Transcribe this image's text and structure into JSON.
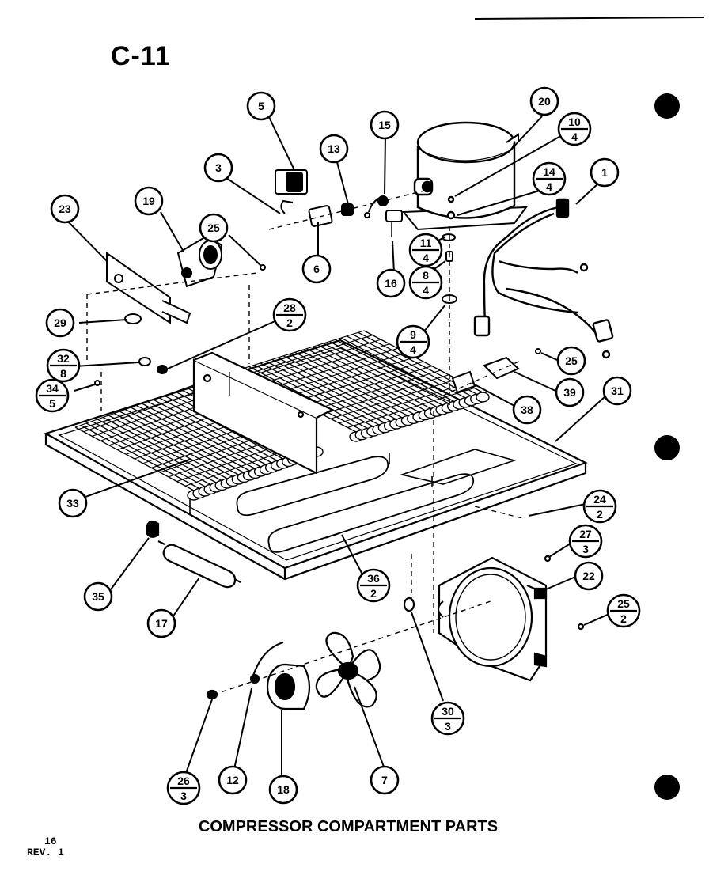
{
  "page_code": "C-11",
  "caption": "COMPRESSOR COMPARTMENT PARTS",
  "footer": {
    "page_number": "16",
    "revision": "REV. 1"
  },
  "callouts": [
    {
      "id": "c5a",
      "label": "5"
    },
    {
      "id": "c15",
      "label": "15"
    },
    {
      "id": "c20",
      "label": "20"
    },
    {
      "id": "c10_4",
      "label": "10",
      "sub": "4"
    },
    {
      "id": "c13",
      "label": "13"
    },
    {
      "id": "c3",
      "label": "3"
    },
    {
      "id": "c1",
      "label": "1"
    },
    {
      "id": "c14_4",
      "label": "14",
      "sub": "4"
    },
    {
      "id": "c23",
      "label": "23"
    },
    {
      "id": "c19",
      "label": "19"
    },
    {
      "id": "c25a",
      "label": "25"
    },
    {
      "id": "c6",
      "label": "6"
    },
    {
      "id": "c11_4",
      "label": "11",
      "sub": "4"
    },
    {
      "id": "c16",
      "label": "16"
    },
    {
      "id": "c8_4",
      "label": "8",
      "sub": "4"
    },
    {
      "id": "c29",
      "label": "29"
    },
    {
      "id": "c28_2",
      "label": "28",
      "sub": "2"
    },
    {
      "id": "c9_4",
      "label": "9",
      "sub": "4"
    },
    {
      "id": "c32_8",
      "label": "32",
      "sub": "8"
    },
    {
      "id": "c25b",
      "label": "25"
    },
    {
      "id": "c34_5",
      "label": "34",
      "sub": "5"
    },
    {
      "id": "c39",
      "label": "39"
    },
    {
      "id": "c31",
      "label": "31"
    },
    {
      "id": "c38",
      "label": "38"
    },
    {
      "id": "c33",
      "label": "33"
    },
    {
      "id": "c24_2",
      "label": "24",
      "sub": "2"
    },
    {
      "id": "c27_3",
      "label": "27",
      "sub": "3"
    },
    {
      "id": "c36_2",
      "label": "36",
      "sub": "2"
    },
    {
      "id": "c22",
      "label": "22"
    },
    {
      "id": "c35",
      "label": "35"
    },
    {
      "id": "c25_2",
      "label": "25",
      "sub": "2"
    },
    {
      "id": "c17",
      "label": "17"
    },
    {
      "id": "c30_3",
      "label": "30",
      "sub": "3"
    },
    {
      "id": "c26_3",
      "label": "26",
      "sub": "3"
    },
    {
      "id": "c12",
      "label": "12"
    },
    {
      "id": "c18",
      "label": "18"
    },
    {
      "id": "c7",
      "label": "7"
    }
  ]
}
